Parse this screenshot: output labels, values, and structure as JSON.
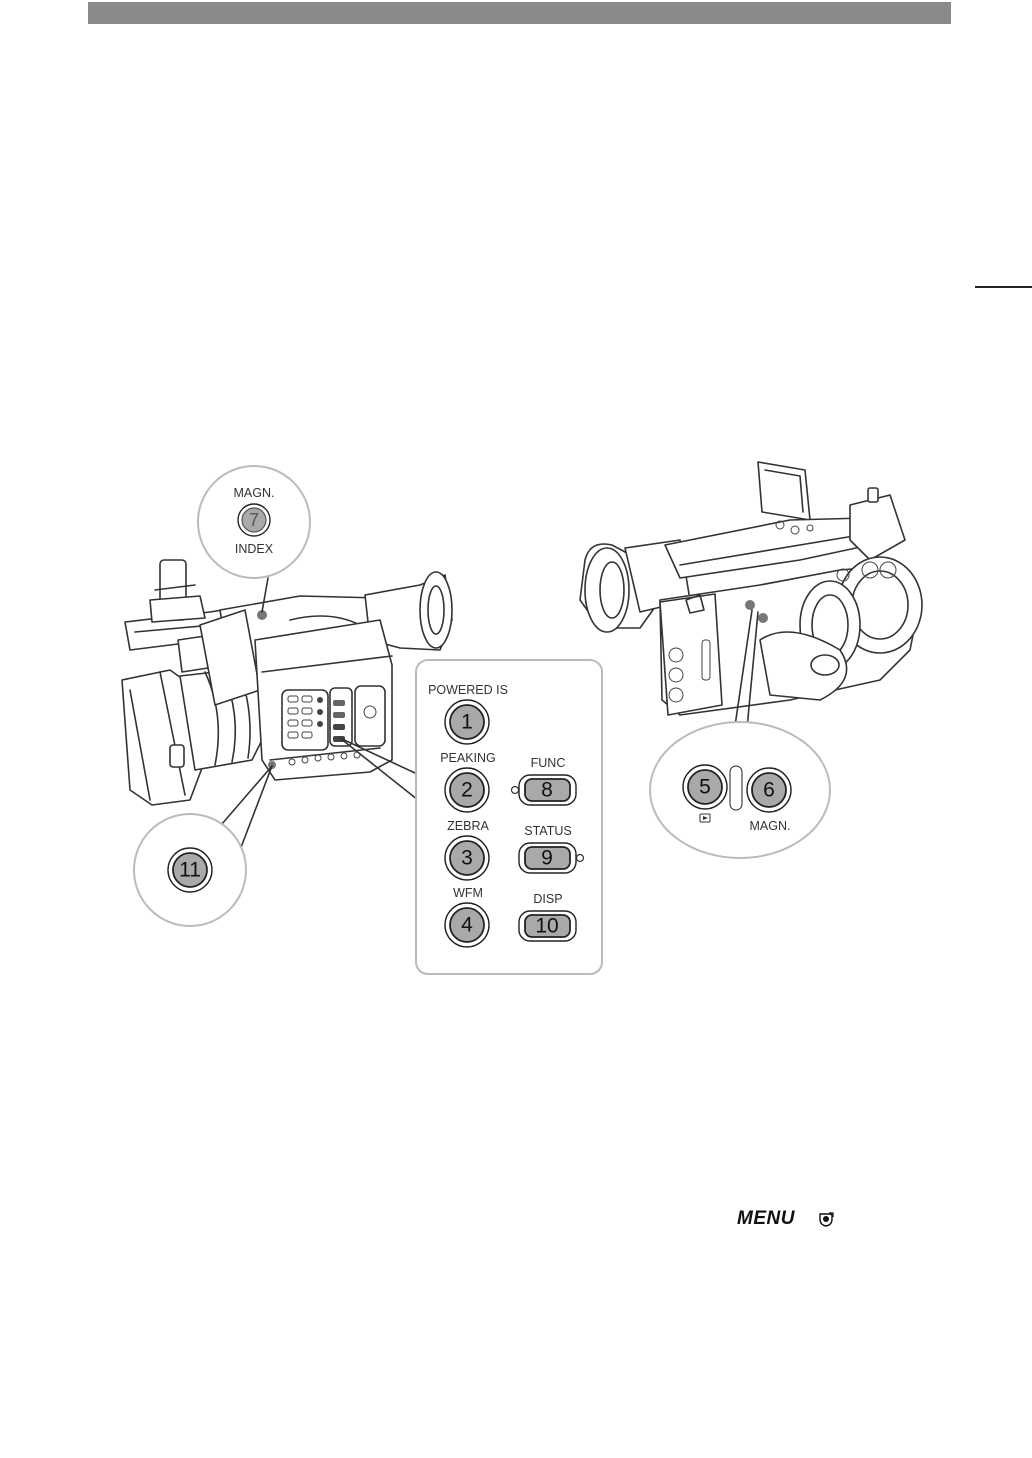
{
  "page": {
    "menu_label": "MENU"
  },
  "callout_top": {
    "label_above": "MAGN.",
    "number": "7",
    "label_below": "INDEX"
  },
  "callout_panel": {
    "buttons": [
      {
        "label": "POWERED IS",
        "number": "1"
      },
      {
        "label": "PEAKING",
        "number": "2"
      },
      {
        "label": "ZEBRA",
        "number": "3"
      },
      {
        "label": "WFM",
        "number": "4"
      },
      {
        "label": "FUNC",
        "number": "8"
      },
      {
        "label": "STATUS",
        "number": "9"
      },
      {
        "label": "DISP",
        "number": "10"
      }
    ]
  },
  "callout_bottom_left": {
    "number": "11"
  },
  "callout_right": {
    "left_number": "5",
    "right_number": "6",
    "right_label": "MAGN."
  },
  "colors": {
    "header": "#8a8a8a",
    "button_fill": "#a9a9a9",
    "line": "#333333"
  },
  "icons": [
    "camera-left-illustration",
    "camera-right-illustration",
    "menu-tab-icon",
    "playback-icon"
  ]
}
